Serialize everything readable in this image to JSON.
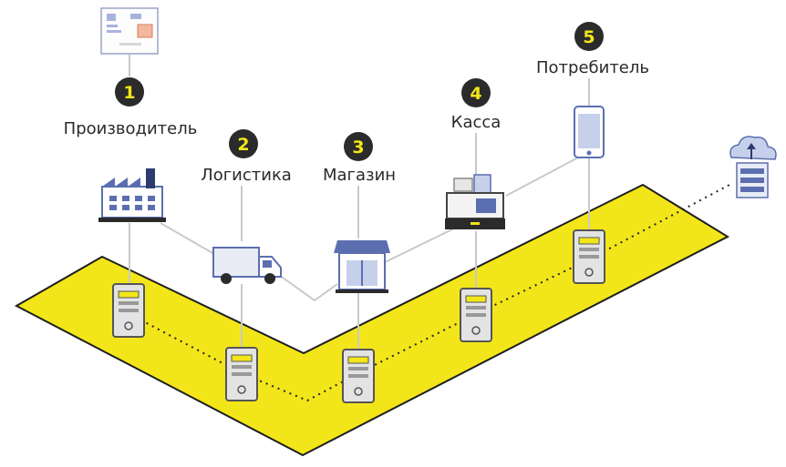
{
  "colors": {
    "band_fill": "#f2e61a",
    "band_stroke": "#1e1e1e",
    "badge_fill": "#2b2b2b",
    "badge_text": "#f2e61a",
    "label_text": "#2a2a2a",
    "connector": "#c9c9c9",
    "icon_blue": "#5b6fb0",
    "icon_light": "#e9ecf5",
    "icon_gray": "#e6e6e6",
    "server_fill": "#e3e3e3",
    "dots": "#222222"
  },
  "stages": [
    {
      "number": "1",
      "label": "Производитель",
      "icon": "factory-icon",
      "extra_icon": "document-icon"
    },
    {
      "number": "2",
      "label": "Логистика",
      "icon": "truck-icon"
    },
    {
      "number": "3",
      "label": "Магазин",
      "icon": "store-icon"
    },
    {
      "number": "4",
      "label": "Касса",
      "icon": "cash-register-icon"
    },
    {
      "number": "5",
      "label": "Потребитель",
      "icon": "smartphone-icon"
    }
  ],
  "nodes": [
    "server-node-icon",
    "server-node-icon",
    "server-node-icon",
    "server-node-icon",
    "server-node-icon"
  ],
  "endpoint_icon": "cloud-server-icon"
}
